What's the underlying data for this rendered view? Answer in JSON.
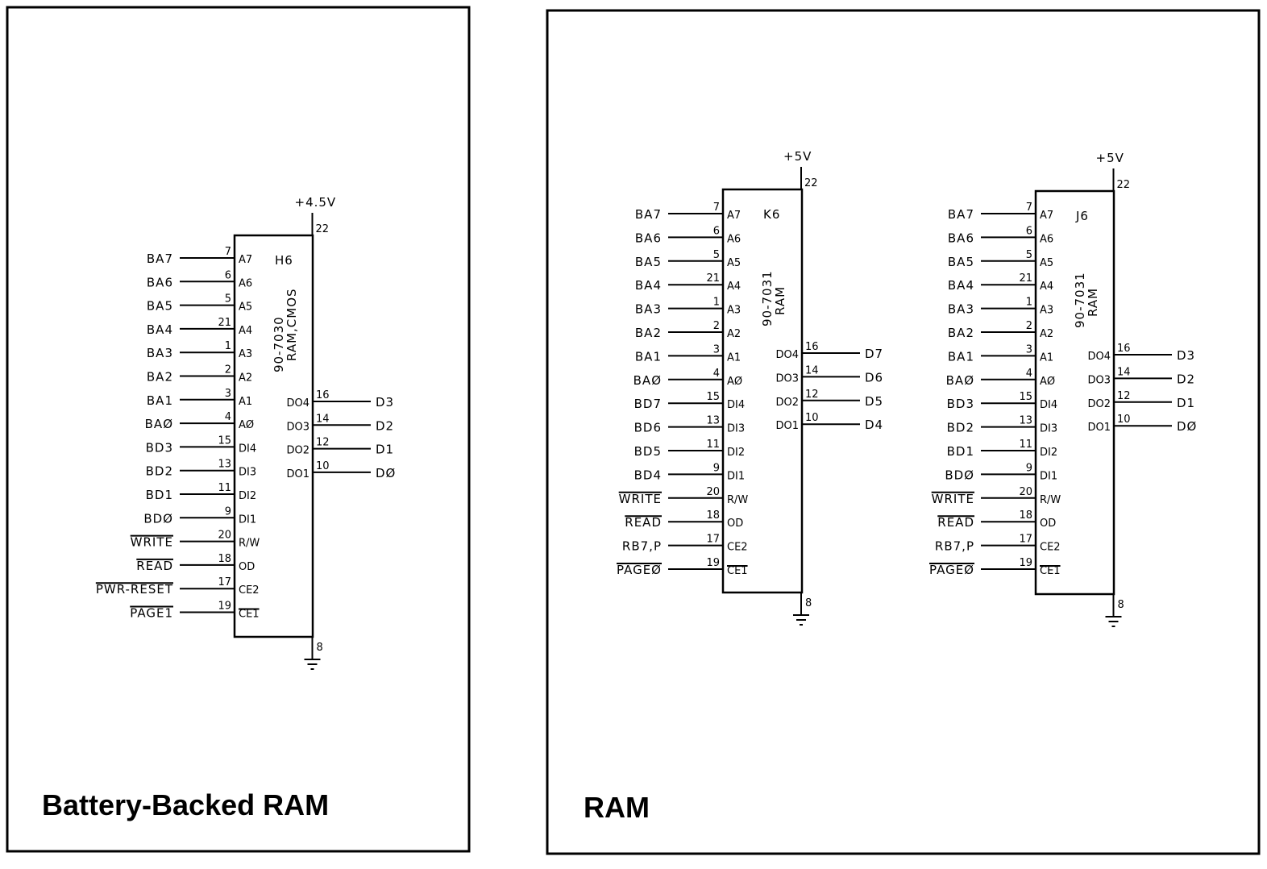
{
  "panels": [
    {
      "title": "Battery-Backed RAM",
      "chips": [
        {
          "ref": "H6",
          "part": "90-7030",
          "type": "RAM,CMOS",
          "power_label": "+4.5V",
          "power_pin": "22",
          "ground_pin": "8",
          "inputs": [
            {
              "signal": "BA7",
              "pin": "7",
              "name": "A7",
              "overbar_signal": false,
              "overbar_pin": false
            },
            {
              "signal": "BA6",
              "pin": "6",
              "name": "A6",
              "overbar_signal": false,
              "overbar_pin": false
            },
            {
              "signal": "BA5",
              "pin": "5",
              "name": "A5",
              "overbar_signal": false,
              "overbar_pin": false
            },
            {
              "signal": "BA4",
              "pin": "21",
              "name": "A4",
              "overbar_signal": false,
              "overbar_pin": false
            },
            {
              "signal": "BA3",
              "pin": "1",
              "name": "A3",
              "overbar_signal": false,
              "overbar_pin": false
            },
            {
              "signal": "BA2",
              "pin": "2",
              "name": "A2",
              "overbar_signal": false,
              "overbar_pin": false
            },
            {
              "signal": "BA1",
              "pin": "3",
              "name": "A1",
              "overbar_signal": false,
              "overbar_pin": false
            },
            {
              "signal": "BAØ",
              "pin": "4",
              "name": "AØ",
              "overbar_signal": false,
              "overbar_pin": false
            },
            {
              "signal": "BD3",
              "pin": "15",
              "name": "DI4",
              "overbar_signal": false,
              "overbar_pin": false
            },
            {
              "signal": "BD2",
              "pin": "13",
              "name": "DI3",
              "overbar_signal": false,
              "overbar_pin": false
            },
            {
              "signal": "BD1",
              "pin": "11",
              "name": "DI2",
              "overbar_signal": false,
              "overbar_pin": false
            },
            {
              "signal": "BDØ",
              "pin": "9",
              "name": "DI1",
              "overbar_signal": false,
              "overbar_pin": false
            },
            {
              "signal": "WRITE",
              "pin": "20",
              "name": "R/W",
              "overbar_signal": true,
              "overbar_pin": false
            },
            {
              "signal": "READ",
              "pin": "18",
              "name": "OD",
              "overbar_signal": true,
              "overbar_pin": false
            },
            {
              "signal": "PWR-RESET",
              "pin": "17",
              "name": "CE2",
              "overbar_signal": true,
              "overbar_pin": false
            },
            {
              "signal": "PAGE1",
              "pin": "19",
              "name": "CE1",
              "overbar_signal": true,
              "overbar_pin": true
            }
          ],
          "outputs": [
            {
              "name": "DO4",
              "pin": "16",
              "signal": "D3"
            },
            {
              "name": "DO3",
              "pin": "14",
              "signal": "D2"
            },
            {
              "name": "DO2",
              "pin": "12",
              "signal": "D1"
            },
            {
              "name": "DO1",
              "pin": "10",
              "signal": "DØ"
            }
          ]
        }
      ]
    },
    {
      "title": "RAM",
      "chips": [
        {
          "ref": "K6",
          "part": "90-7031",
          "type": "RAM",
          "power_label": "+5V",
          "power_pin": "22",
          "ground_pin": "8",
          "inputs": [
            {
              "signal": "BA7",
              "pin": "7",
              "name": "A7",
              "overbar_signal": false,
              "overbar_pin": false
            },
            {
              "signal": "BA6",
              "pin": "6",
              "name": "A6",
              "overbar_signal": false,
              "overbar_pin": false
            },
            {
              "signal": "BA5",
              "pin": "5",
              "name": "A5",
              "overbar_signal": false,
              "overbar_pin": false
            },
            {
              "signal": "BA4",
              "pin": "21",
              "name": "A4",
              "overbar_signal": false,
              "overbar_pin": false
            },
            {
              "signal": "BA3",
              "pin": "1",
              "name": "A3",
              "overbar_signal": false,
              "overbar_pin": false
            },
            {
              "signal": "BA2",
              "pin": "2",
              "name": "A2",
              "overbar_signal": false,
              "overbar_pin": false
            },
            {
              "signal": "BA1",
              "pin": "3",
              "name": "A1",
              "overbar_signal": false,
              "overbar_pin": false
            },
            {
              "signal": "BAØ",
              "pin": "4",
              "name": "AØ",
              "overbar_signal": false,
              "overbar_pin": false
            },
            {
              "signal": "BD7",
              "pin": "15",
              "name": "DI4",
              "overbar_signal": false,
              "overbar_pin": false
            },
            {
              "signal": "BD6",
              "pin": "13",
              "name": "DI3",
              "overbar_signal": false,
              "overbar_pin": false
            },
            {
              "signal": "BD5",
              "pin": "11",
              "name": "DI2",
              "overbar_signal": false,
              "overbar_pin": false
            },
            {
              "signal": "BD4",
              "pin": "9",
              "name": "DI1",
              "overbar_signal": false,
              "overbar_pin": false
            },
            {
              "signal": "WRITE",
              "pin": "20",
              "name": "R/W",
              "overbar_signal": true,
              "overbar_pin": false
            },
            {
              "signal": "READ",
              "pin": "18",
              "name": "OD",
              "overbar_signal": true,
              "overbar_pin": false
            },
            {
              "signal": "RB7,P",
              "pin": "17",
              "name": "CE2",
              "overbar_signal": false,
              "overbar_pin": false
            },
            {
              "signal": "PAGEØ",
              "pin": "19",
              "name": "CE1",
              "overbar_signal": true,
              "overbar_pin": true
            }
          ],
          "outputs": [
            {
              "name": "DO4",
              "pin": "16",
              "signal": "D7"
            },
            {
              "name": "DO3",
              "pin": "14",
              "signal": "D6"
            },
            {
              "name": "DO2",
              "pin": "12",
              "signal": "D5"
            },
            {
              "name": "DO1",
              "pin": "10",
              "signal": "D4"
            }
          ]
        },
        {
          "ref": "J6",
          "part": "90-7031",
          "type": "RAM",
          "power_label": "+5V",
          "power_pin": "22",
          "ground_pin": "8",
          "inputs": [
            {
              "signal": "BA7",
              "pin": "7",
              "name": "A7",
              "overbar_signal": false,
              "overbar_pin": false
            },
            {
              "signal": "BA6",
              "pin": "6",
              "name": "A6",
              "overbar_signal": false,
              "overbar_pin": false
            },
            {
              "signal": "BA5",
              "pin": "5",
              "name": "A5",
              "overbar_signal": false,
              "overbar_pin": false
            },
            {
              "signal": "BA4",
              "pin": "21",
              "name": "A4",
              "overbar_signal": false,
              "overbar_pin": false
            },
            {
              "signal": "BA3",
              "pin": "1",
              "name": "A3",
              "overbar_signal": false,
              "overbar_pin": false
            },
            {
              "signal": "BA2",
              "pin": "2",
              "name": "A2",
              "overbar_signal": false,
              "overbar_pin": false
            },
            {
              "signal": "BA1",
              "pin": "3",
              "name": "A1",
              "overbar_signal": false,
              "overbar_pin": false
            },
            {
              "signal": "BAØ",
              "pin": "4",
              "name": "AØ",
              "overbar_signal": false,
              "overbar_pin": false
            },
            {
              "signal": "BD3",
              "pin": "15",
              "name": "DI4",
              "overbar_signal": false,
              "overbar_pin": false
            },
            {
              "signal": "BD2",
              "pin": "13",
              "name": "DI3",
              "overbar_signal": false,
              "overbar_pin": false
            },
            {
              "signal": "BD1",
              "pin": "11",
              "name": "DI2",
              "overbar_signal": false,
              "overbar_pin": false
            },
            {
              "signal": "BDØ",
              "pin": "9",
              "name": "DI1",
              "overbar_signal": false,
              "overbar_pin": false
            },
            {
              "signal": "WRITE",
              "pin": "20",
              "name": "R/W",
              "overbar_signal": true,
              "overbar_pin": false
            },
            {
              "signal": "READ",
              "pin": "18",
              "name": "OD",
              "overbar_signal": true,
              "overbar_pin": false
            },
            {
              "signal": "RB7,P",
              "pin": "17",
              "name": "CE2",
              "overbar_signal": false,
              "overbar_pin": false
            },
            {
              "signal": "PAGEØ",
              "pin": "19",
              "name": "CE1",
              "overbar_signal": true,
              "overbar_pin": true
            }
          ],
          "outputs": [
            {
              "name": "DO4",
              "pin": "16",
              "signal": "D3"
            },
            {
              "name": "DO3",
              "pin": "14",
              "signal": "D2"
            },
            {
              "name": "DO2",
              "pin": "12",
              "signal": "D1"
            },
            {
              "name": "DO1",
              "pin": "10",
              "signal": "DØ"
            }
          ]
        }
      ]
    }
  ]
}
